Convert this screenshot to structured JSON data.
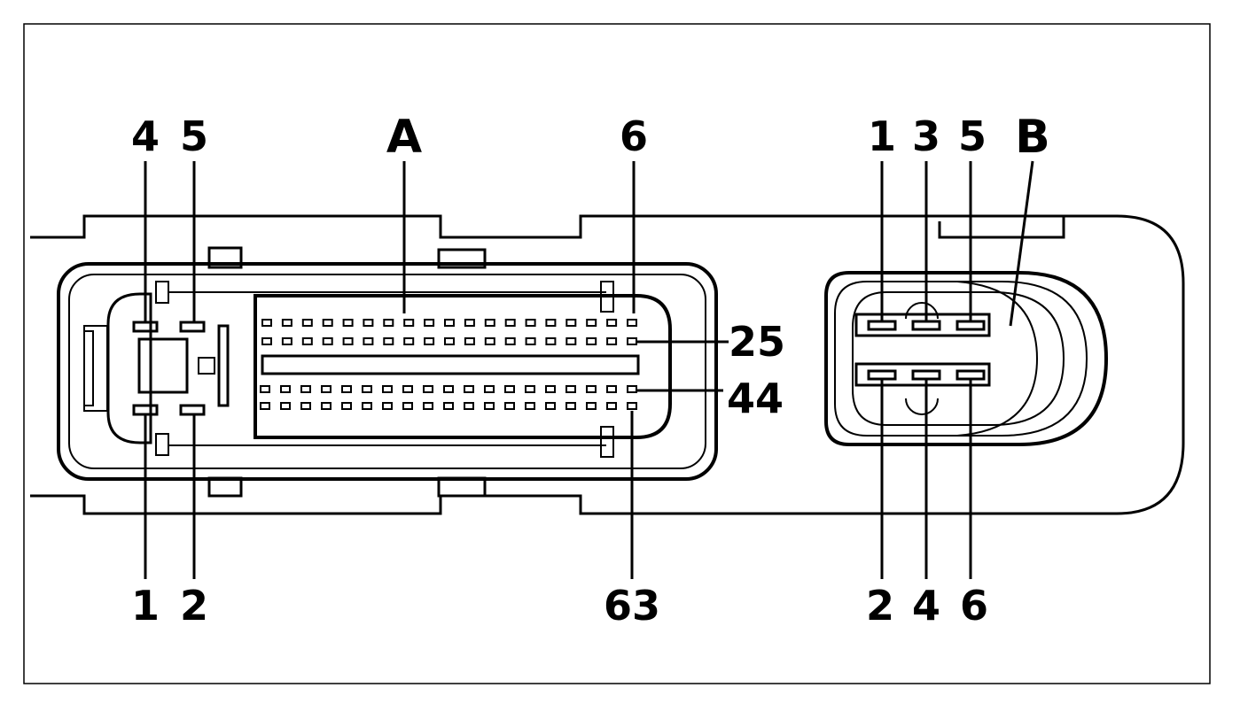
{
  "connector_a": {
    "letter": "A",
    "power_pins": {
      "top_left": "4",
      "top_right": "5",
      "bottom_left": "1",
      "bottom_right": "2"
    },
    "signal_pins": {
      "first": "6",
      "row2_end": "25",
      "row3_end": "44",
      "last": "63"
    }
  },
  "connector_b": {
    "letter": "B",
    "top_row": [
      "1",
      "3",
      "5"
    ],
    "bottom_row": [
      "2",
      "4",
      "6"
    ]
  },
  "colors": {
    "line": "#000000",
    "background": "#ffffff"
  }
}
